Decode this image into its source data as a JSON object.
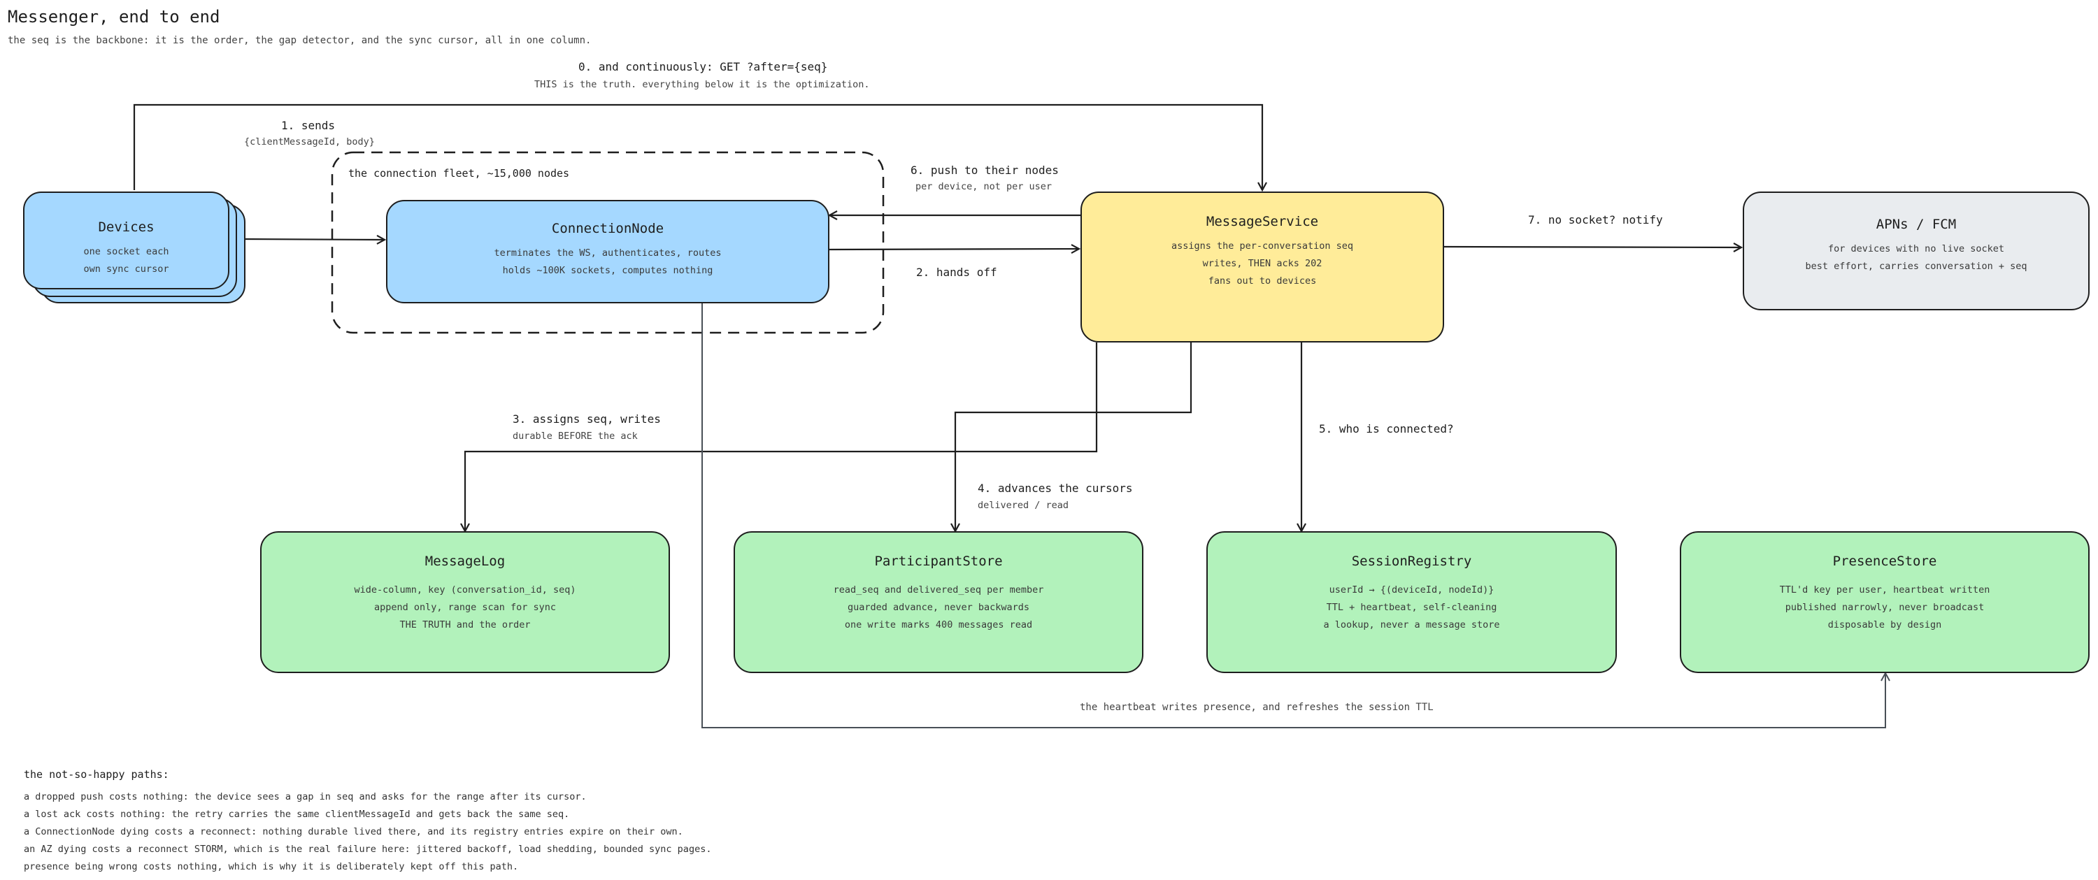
{
  "title": "Messenger, end to end",
  "subtitle": "the seq is the backbone: it is the order, the gap detector, and the sync cursor, all in one column.",
  "fleet_label": "the connection fleet, ~15,000 nodes",
  "nodes": {
    "devices": {
      "name": "Devices",
      "lines": [
        "one socket each",
        "own sync cursor"
      ]
    },
    "connection_node": {
      "name": "ConnectionNode",
      "lines": [
        "terminates the WS, authenticates, routes",
        "holds ~100K sockets, computes nothing"
      ]
    },
    "message_service": {
      "name": "MessageService",
      "lines": [
        "assigns the per-conversation seq",
        "writes, THEN acks 202",
        "fans out to devices"
      ]
    },
    "apns_fcm": {
      "name": "APNs / FCM",
      "lines": [
        "for devices with no live socket",
        "best effort, carries conversation + seq"
      ]
    },
    "message_log": {
      "name": "MessageLog",
      "lines": [
        "wide-column, key (conversation_id, seq)",
        "append only, range scan for sync",
        "THE TRUTH and the order"
      ]
    },
    "participant_store": {
      "name": "ParticipantStore",
      "lines": [
        "read_seq and delivered_seq per member",
        "guarded advance, never backwards",
        "one write marks 400 messages read"
      ]
    },
    "session_registry": {
      "name": "SessionRegistry",
      "lines": [
        "userId → {(deviceId, nodeId)}",
        "TTL + heartbeat, self-cleaning",
        "a lookup, never a message store"
      ]
    },
    "presence_store": {
      "name": "PresenceStore",
      "lines": [
        "TTL'd key per user, heartbeat written",
        "published narrowly, never broadcast",
        "disposable by design"
      ]
    }
  },
  "edges": {
    "e0": {
      "label": "0. and continuously: GET ?after={seq}",
      "sub": "THIS is the truth. everything below it is the optimization."
    },
    "e1": {
      "label": "1. sends",
      "sub": "{clientMessageId, body}"
    },
    "e2": {
      "label": "2. hands off"
    },
    "e3": {
      "label": "3. assigns seq, writes",
      "sub": "durable BEFORE the ack"
    },
    "e4": {
      "label": "4. advances the cursors",
      "sub": "delivered / read"
    },
    "e5": {
      "label": "5. who is connected?"
    },
    "e6": {
      "label": "6. push to their nodes",
      "sub": "per device, not per user"
    },
    "e7": {
      "label": "7. no socket? notify"
    },
    "heartbeat": {
      "label": "the heartbeat writes presence, and refreshes the session TTL"
    }
  },
  "notes": {
    "title": "the not-so-happy paths:",
    "items": [
      "a dropped push costs nothing: the device sees a gap in seq and asks for the range after its cursor.",
      "a lost ack costs nothing: the retry carries the same clientMessageId and gets back the same seq.",
      "a ConnectionNode dying costs a reconnect: nothing durable lived there, and its registry entries expire on their own.",
      "an AZ dying costs a reconnect STORM, which is the real failure here: jittered backoff, load shedding, bounded sync pages.",
      "presence being wrong costs nothing, which is why it is deliberately kept off this path."
    ]
  },
  "colors": {
    "blue": "#a5d8ff",
    "yellow": "#ffec99",
    "grey": "#e9ecef",
    "green": "#b2f2bb",
    "stroke": "#1e1e1e"
  }
}
